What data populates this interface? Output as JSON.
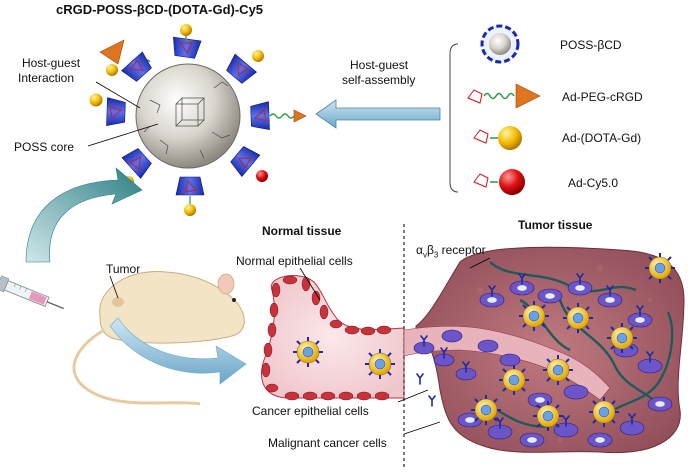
{
  "title": "cRGD-POSS-βCD-(DOTA-Gd)-Cy5",
  "labels": {
    "host_guest_interaction_1": "Host-guest",
    "host_guest_interaction_2": "Interaction",
    "poss_core": "POSS core",
    "host_guest_assembly_1": "Host-guest",
    "host_guest_assembly_2": "self-assembly",
    "tumor": "Tumor",
    "normal_tissue": "Normal tissue",
    "tumor_tissue": "Tumor tissue",
    "normal_epithelial_cells": "Normal  epithelial cells",
    "receptor_prefix": "α",
    "receptor_sub1": "v",
    "receptor_mid": "β",
    "receptor_sub2": "3",
    "receptor_suffix": " receptor",
    "cancer_epithelial_cells": "Cancer epithelial cells",
    "malignant_cancer_cells": "Malignant cancer cells"
  },
  "legend": [
    {
      "label": "POSS-βCD"
    },
    {
      "label": "Ad-PEG-cRGD"
    },
    {
      "label": "Ad-(DOTA-Gd)"
    },
    {
      "label": "Ad-Cy5.0"
    }
  ],
  "colors": {
    "cyclodextrin_blue": "#2f3fd6",
    "core_gray": "#c9c5bd",
    "peg_green": "#2e9a4a",
    "crgd_orange": "#e0751f",
    "gd_yellow": "#f2b800",
    "cy5_red": "#e01010",
    "vessel_pink": "#f3cfd4",
    "rbc_red": "#c8323c",
    "tumor_maroon": "#a8606a",
    "cancer_purple": "#6b55c8",
    "arrow_teal": "#3b8b8e",
    "arrow_blue": "#8fc0d8"
  }
}
